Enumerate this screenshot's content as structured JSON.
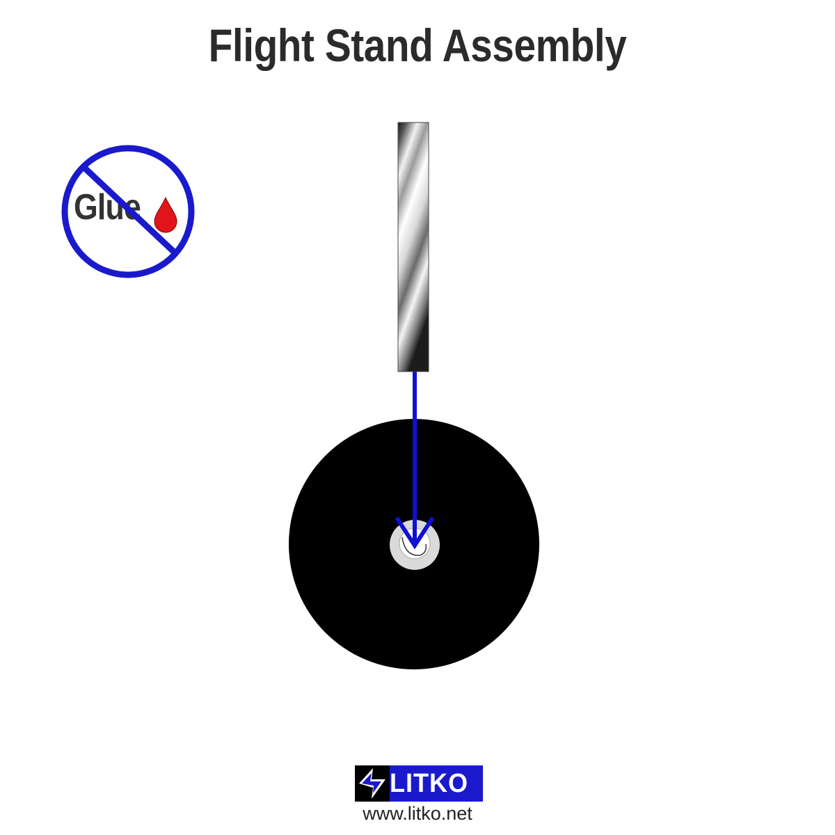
{
  "title": "Flight Stand Assembly",
  "no_glue": {
    "label": "Glue",
    "icon": "no-glue-icon",
    "circle_color": "#1a1acc",
    "drop_color": "#e0151b"
  },
  "diagram": {
    "rod_icon": "flight-stand-rod",
    "base_icon": "round-base",
    "arrow_color": "#1010d0",
    "base_color": "#000000"
  },
  "brand": {
    "logo_text": "LITKO",
    "website": "www.litko.net",
    "logo_color": "#1a1acc"
  }
}
